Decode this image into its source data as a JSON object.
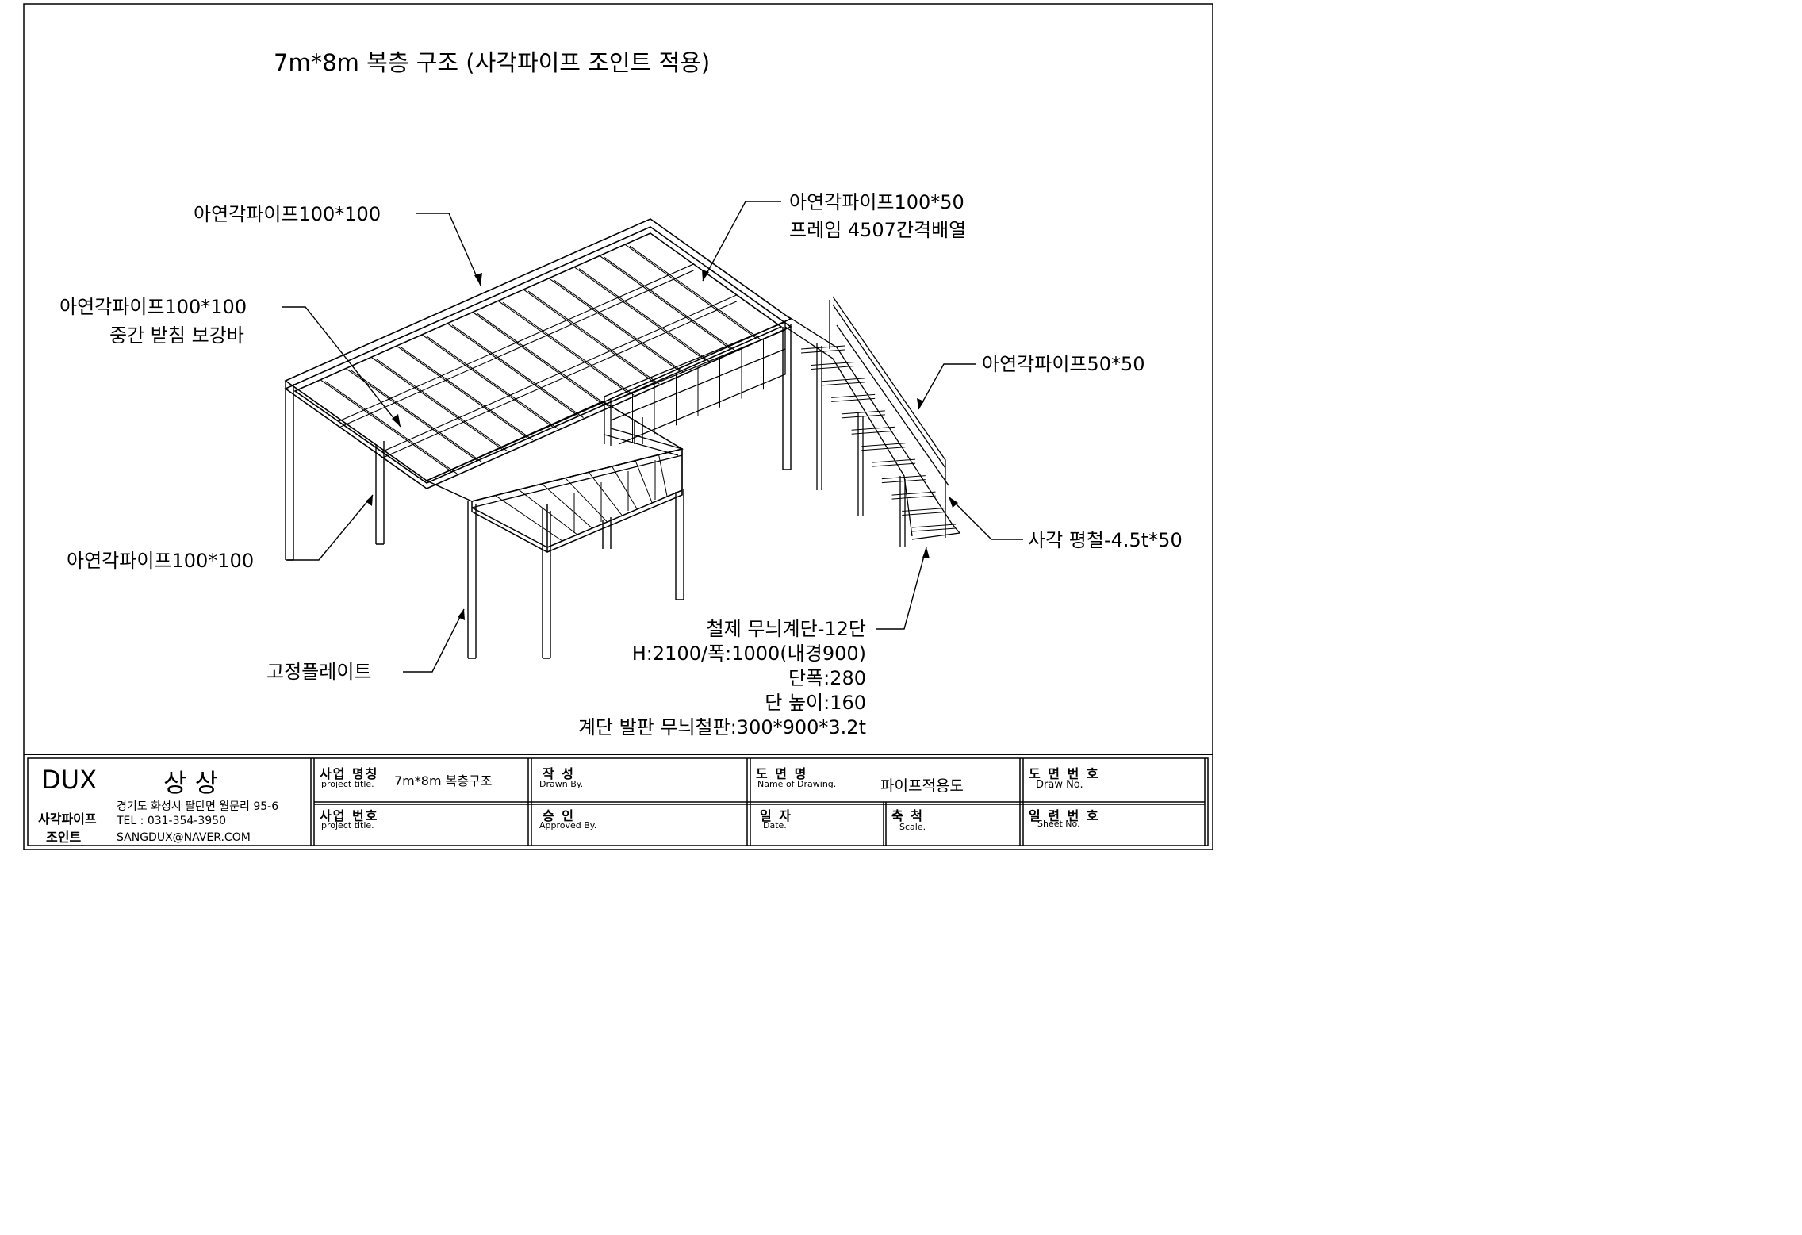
{
  "title": "7m*8m 복층 구조  (사각파이프 조인트 적용)",
  "labels": {
    "top_pipe": "아연각파이프100*100",
    "mid_pipe_1": "아연각파이프100*100",
    "mid_pipe_2": "중간 받침 보강바",
    "frame_pipe_1": "아연각파이프100*50",
    "frame_pipe_2": "프레임 4507간격배열",
    "rail_pipe": "아연각파이프50*50",
    "flat_bar": "사각 평철-4.5t*50",
    "column_pipe": "아연각파이프100*100",
    "plate": "고정플레이트",
    "stair_1": "철제 무늬계단-12단",
    "stair_2": "H:2100/폭:1000(내경900)",
    "stair_3": "단폭:280",
    "stair_4": "단 높이:160",
    "stair_5": "계단 발판 무늬철판:300*900*3.2t"
  },
  "titleblock": {
    "company": "DUX",
    "company_name": "상 상",
    "dept_1": "사각파이프",
    "dept_2": "조인트",
    "address": "경기도 화성시 팔탄면 월문리 95-6",
    "tel": "TEL : 031-354-3950",
    "email": "SANGDUX@NAVER.COM",
    "project_title_kr": "사업 명칭",
    "project_title_en": "project title.",
    "project_title_value": "7m*8m 복층구조",
    "project_no_kr": "사업 번호",
    "project_no_en": "project title.",
    "drawn_kr": "작   성",
    "drawn_en": "Drawn By.",
    "approved_kr": "승   인",
    "approved_en": "Approved By.",
    "drawing_name_kr": "도 면 명",
    "drawing_name_en": "Name of Drawing.",
    "drawing_name_value": "파이프적용도",
    "date_kr": "일 자",
    "date_en": "Date.",
    "scale_kr": "축 척",
    "scale_en": "Scale.",
    "draw_no_kr": "도 면 번 호",
    "draw_no_en": "Draw No.",
    "sheet_no_kr": "일 련 번 호",
    "sheet_no_en": "Sheet No."
  }
}
